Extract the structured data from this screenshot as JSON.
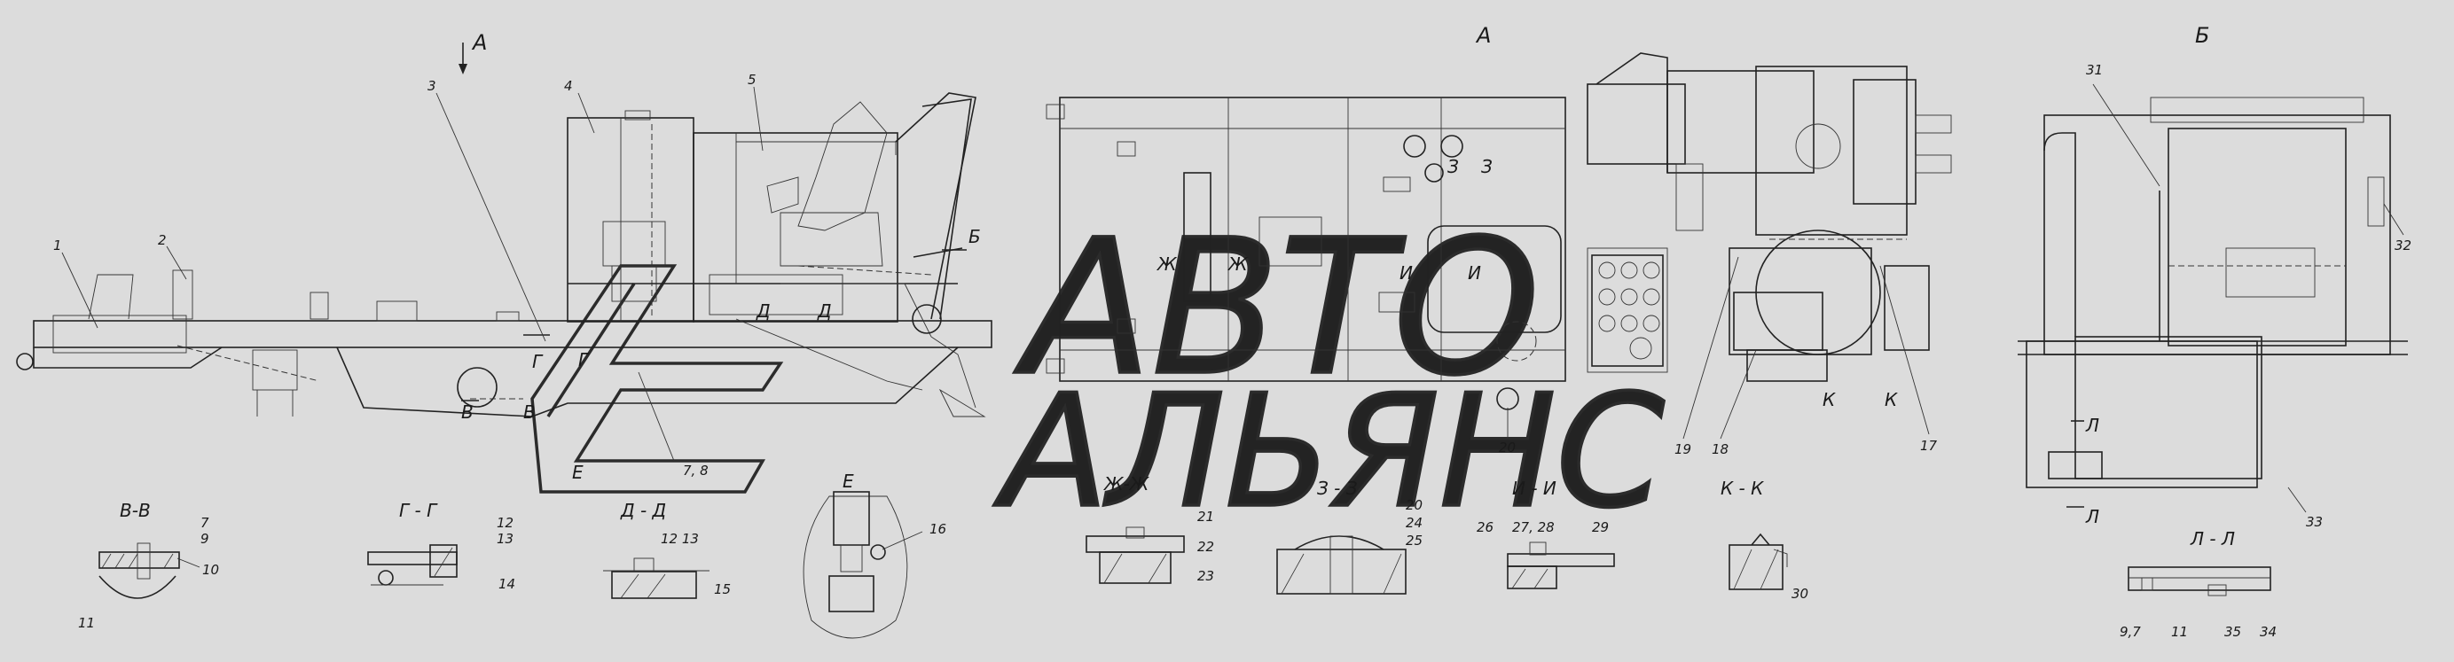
{
  "view_titles": {
    "arrow_a": "А",
    "view_a": "А",
    "view_b": "Б",
    "section_vv": "В-В",
    "section_gg": "Г - Г",
    "section_dd": "Д - Д",
    "section_e": "Е",
    "section_zhzh": "Ж-Ж",
    "section_zz": "З - З",
    "section_ii": "И - И",
    "section_kk": "К - К",
    "section_ll": "Л - Л"
  },
  "section_markers": {
    "b": "Б",
    "v": "В",
    "g": "Г",
    "d": "Д",
    "e": "Е",
    "zh": "Ж",
    "z": "З",
    "i": "И",
    "k": "К",
    "l": "Л"
  },
  "callouts": {
    "c1": "1",
    "c2": "2",
    "c3": "3",
    "c4": "4",
    "c5": "5",
    "c7_8": "7, 8",
    "c7": "7",
    "c9": "9",
    "c10": "10",
    "c11": "11",
    "c12": "12",
    "c13": "13",
    "c14": "14",
    "c12_13": "12 13",
    "c15": "15",
    "c16": "16",
    "c17": "17",
    "c18": "18",
    "c19": "19",
    "c20": "20",
    "c21": "21",
    "c22": "22",
    "c23": "23",
    "c24": "24",
    "c25": "25",
    "c26": "26",
    "c27_28": "27, 28",
    "c29": "29",
    "c30": "30",
    "c31": "31",
    "c32": "32",
    "c33": "33",
    "c9_7": "9,7",
    "c11b": "11",
    "c35": "35",
    "c34": "34",
    "c20b": "20"
  },
  "watermark": {
    "line1": "АВТО",
    "line2": "АЛЬЯНС"
  },
  "colors": {
    "background": "#dcdcdc",
    "line": "#222222"
  }
}
